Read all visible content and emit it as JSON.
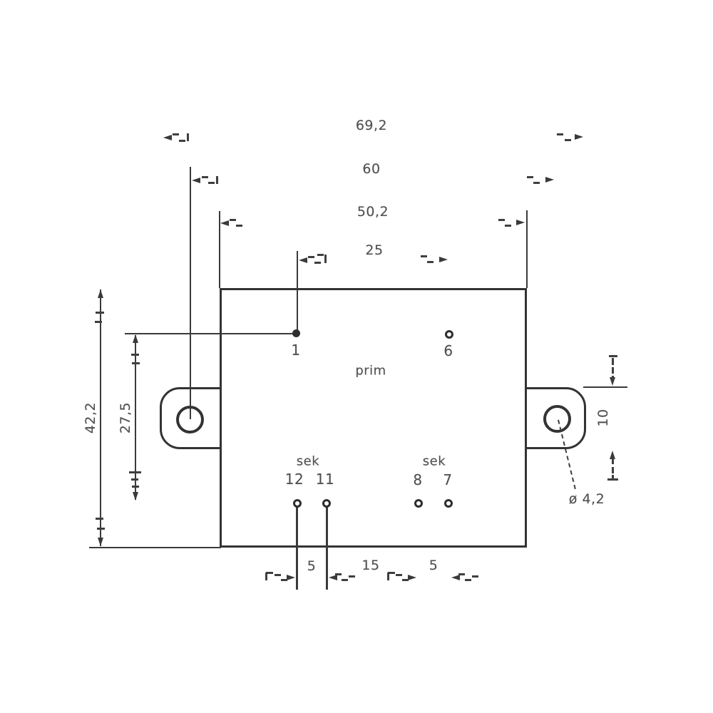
{
  "dimensions": {
    "overall_width": "69,2",
    "mounting_hole_spacing": "60",
    "body_width": "50,2",
    "prim_pin_spacing": "25",
    "body_height": "42,2",
    "pin_row_spacing": "27,5",
    "flange_height": "10",
    "mounting_hole_diameter": "ø 4,2",
    "sek_dims": [
      "5",
      "15",
      "5"
    ]
  },
  "windings": {
    "primary_label": "prim",
    "secondary_left_label": "sek",
    "secondary_right_label": "sek"
  },
  "pins": {
    "primary": [
      "1",
      "6"
    ],
    "secondary_left": [
      "12",
      "11"
    ],
    "secondary_right": [
      "8",
      "7"
    ]
  },
  "colors": {
    "line": "#3a3a3a",
    "text": "#4f4f4f",
    "background": "#ffffff"
  }
}
